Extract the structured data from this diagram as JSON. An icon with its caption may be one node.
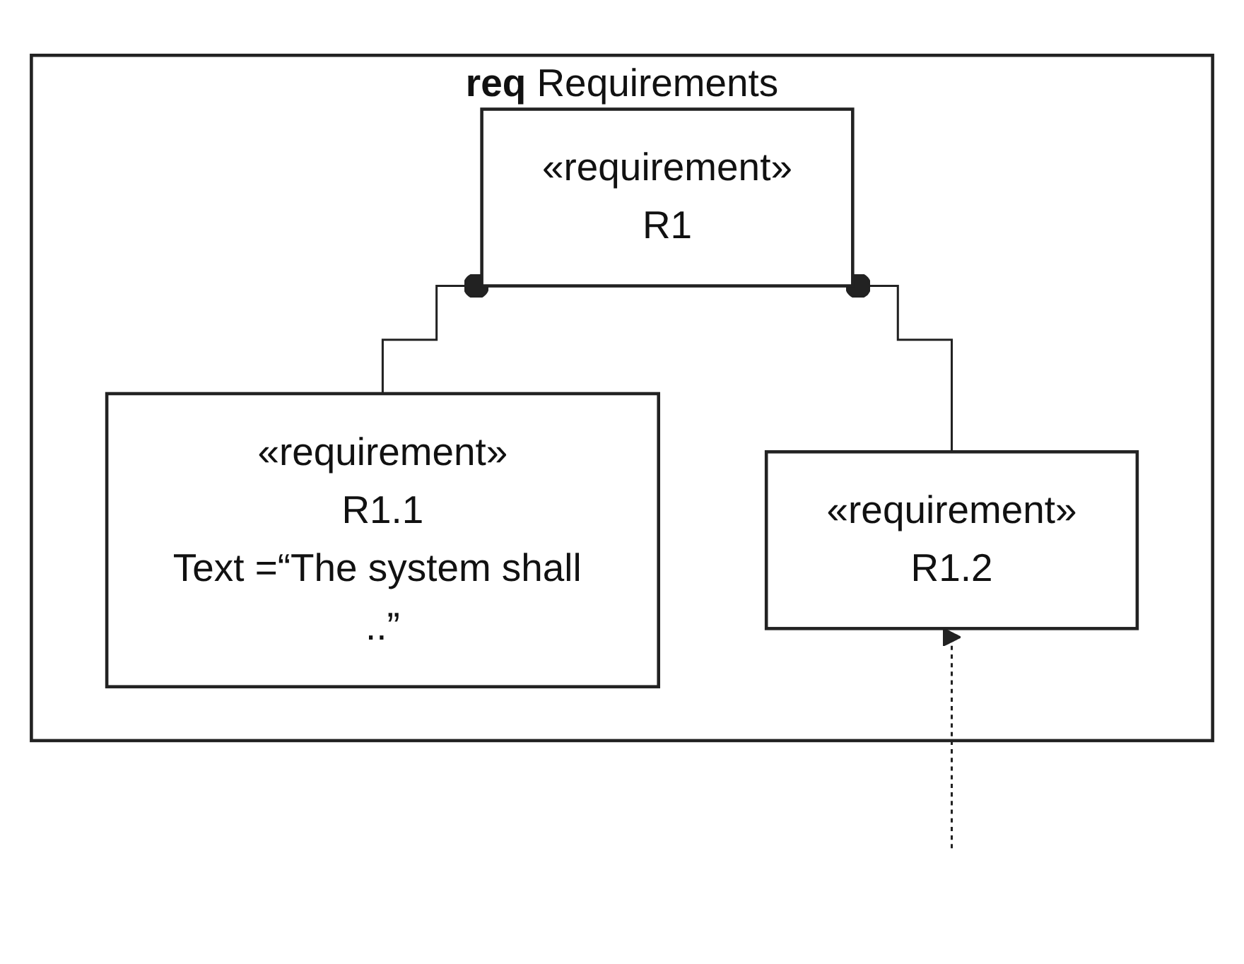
{
  "diagram": {
    "nodes": [
      {
        "text": [
          "**req** Requirements"
        ]
      },
      {
        "text": [
          "«requirement»",
          "R1"
        ],
        "in": 0
      },
      {
        "text": [
          "«requirement»",
          "R1.1",
          "Text =“The system shall ..”"
        ],
        "in": 0
      },
      {
        "text": [
          "«requirement»",
          "R1.2"
        ],
        "in": 0
      }
    ],
    "edges": [
      {
        "from": 1,
        "to": 2,
        "arrow": "other"
      },
      {
        "from": 1,
        "to": 3,
        "arrow": "other"
      },
      {
        "from": null,
        "to": 3,
        "arrow": "to",
        "style": "dashed"
      }
    ]
  }
}
